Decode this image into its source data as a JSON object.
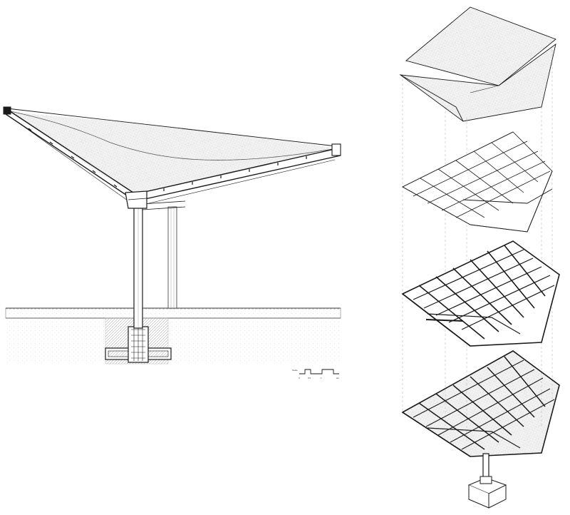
{
  "drawing": {
    "section": {
      "label": ""
    },
    "axonometric": {
      "layers": [
        {
          "id": "membrane"
        },
        {
          "id": "secondary-grid"
        },
        {
          "id": "primary-ribs"
        },
        {
          "id": "assembled-canopy"
        }
      ]
    },
    "scale_bar": {
      "title": "Scale",
      "ticks": [
        "0",
        "0.5",
        "1",
        "2m"
      ]
    }
  },
  "colors": {
    "ink": "#1a1a1a",
    "hatch": "#9a9a9a",
    "paper": "#ffffff"
  }
}
